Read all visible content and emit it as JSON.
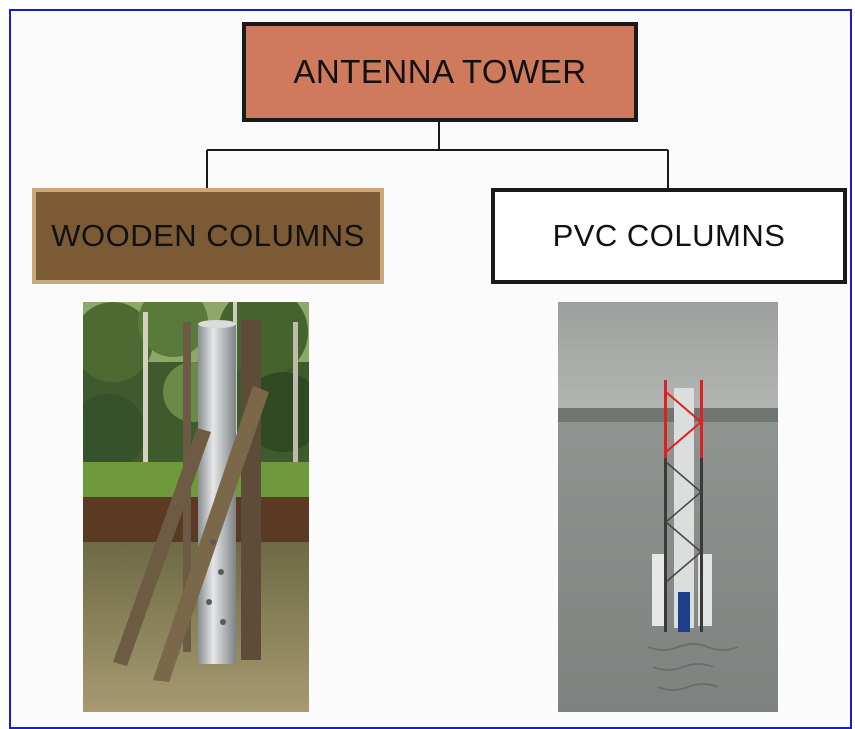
{
  "diagram": {
    "root": {
      "label": "ANTENNA TOWER"
    },
    "children": [
      {
        "label": "WOODEN COLUMNS",
        "image": "photo-wooden-columns-in-river"
      },
      {
        "label": "PVC COLUMNS",
        "image": "photo-pvc-columns-in-lake"
      }
    ]
  },
  "colors": {
    "frame": "#1b1bd0",
    "root_fill": "#d07a5d",
    "wood_fill": "#7d5a36",
    "wood_border": "#caa97e",
    "pvc_fill": "#ffffff",
    "tower_red": "#e02020"
  }
}
